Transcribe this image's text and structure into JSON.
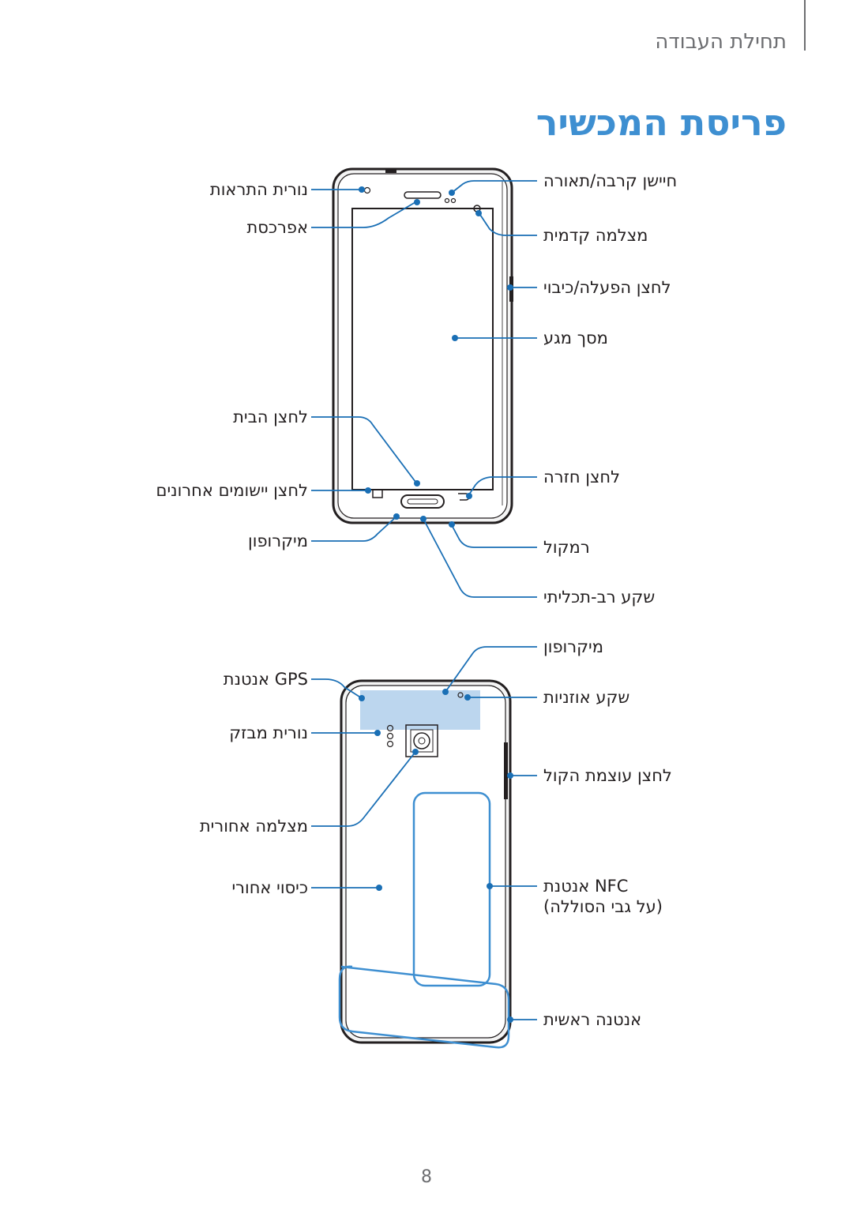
{
  "header": {
    "section": "תחילת העבודה",
    "title": "פריסת המכשיר"
  },
  "front": {
    "right_labels": {
      "proximity": "חיישן קרבה/תאורה",
      "front_camera": "מצלמה קדמית",
      "power": "לחצן הפעלה/כיבוי",
      "touchscreen": "מסך מגע",
      "back": "לחצן חזרה",
      "speaker": "רמקול",
      "multipurpose_jack": "שקע רב-תכליתי"
    },
    "left_labels": {
      "notification_light": "נורית התראות",
      "earpiece": "אפרכסת",
      "home": "לחצן הבית",
      "recent_apps": "לחצן יישומים אחרונים",
      "microphone": "מיקרופון"
    }
  },
  "rear": {
    "right_labels": {
      "microphone": "מיקרופון",
      "headset_jack": "שקע אוזניות",
      "volume": "לחצן עוצמת הקול",
      "nfc_line1": "NFC אנטנת",
      "nfc_line2": "(על גבי הסוללה)",
      "main_antenna": "אנטנה ראשית"
    },
    "left_labels": {
      "gps_antenna": "GPS אנטנת",
      "flash": "נורית מבזק",
      "rear_camera": "מצלמה אחורית",
      "back_cover": "כיסוי אחורי"
    }
  },
  "colors": {
    "accent": "#3e8fd1",
    "callout": "#1a6fb5",
    "text": "#231f20",
    "muted": "#6d6e71",
    "highlight": "#bcd6ee"
  },
  "page_number": "8"
}
